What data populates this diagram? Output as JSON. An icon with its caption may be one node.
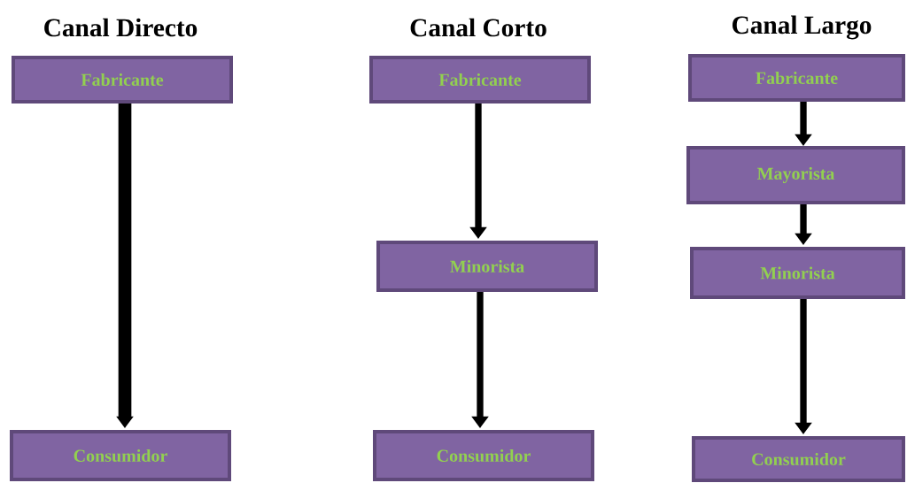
{
  "diagram": {
    "nodes": [
      {
        "text": [
          "Fabricante"
        ]
      },
      {
        "text": [
          "Consumidor"
        ]
      },
      {
        "text": [
          "Fabricante"
        ]
      },
      {
        "text": [
          "Minorista"
        ]
      },
      {
        "text": [
          "Consumidor"
        ]
      },
      {
        "text": [
          "Fabricante"
        ]
      },
      {
        "text": [
          "Mayorista"
        ]
      },
      {
        "text": [
          "Minorista"
        ]
      },
      {
        "text": [
          "Consumidor"
        ]
      }
    ],
    "edges": [
      {
        "from": 0,
        "to": 1,
        "arrow": "to",
        "style": "thick"
      },
      {
        "from": 2,
        "to": 3,
        "arrow": "to"
      },
      {
        "from": 3,
        "to": 4,
        "arrow": "to"
      },
      {
        "from": 5,
        "to": 6,
        "arrow": "to"
      },
      {
        "from": 6,
        "to": 7,
        "arrow": "to"
      },
      {
        "from": 7,
        "to": 8,
        "arrow": "to"
      }
    ],
    "labels": [
      "Canal Directo",
      "Canal Corto",
      "Canal Largo"
    ]
  }
}
